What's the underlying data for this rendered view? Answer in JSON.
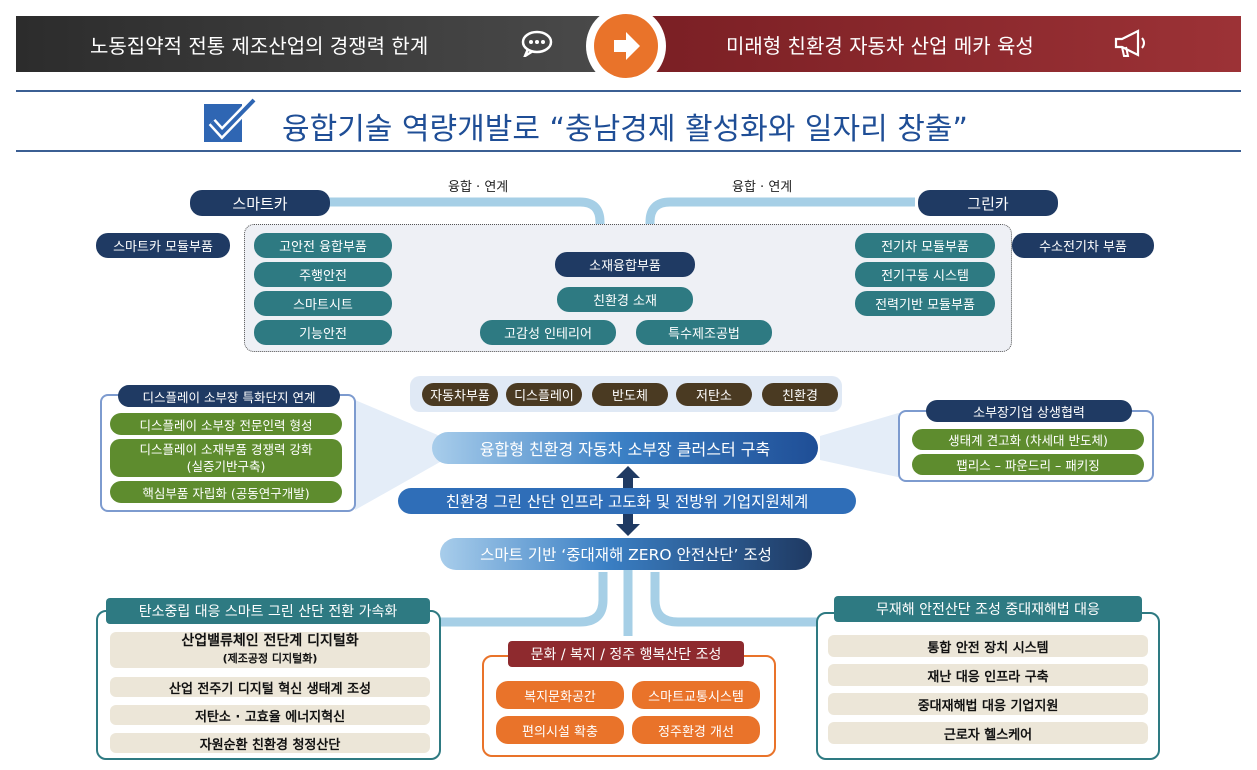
{
  "banner": {
    "left_text": "노동집약적 전통 제조산업의 경쟁력 한계",
    "right_text": "미래형 친환경 자동차 산업 메카 육성",
    "colors": {
      "left": "#3a3a3a",
      "right": "#8e2a2e",
      "arrow": "#e9732a"
    }
  },
  "headline": "융합기술 역량개발로 “충남경제 활성화와 일자리 창출”",
  "top": {
    "smartcar": "스마트카",
    "greencar": "그린카",
    "link_left": "융합 · 연계",
    "link_right": "융합 · 연계",
    "left_outer": "스마트카 모듈부품",
    "left_items": [
      "고안전 융합부품",
      "주행안전",
      "스마트시트",
      "기능안전"
    ],
    "center_items": [
      "소재융합부품",
      "친환경 소재",
      "고감성 인테리어",
      "특수제조공법"
    ],
    "right_items": [
      "전기차 모듈부품",
      "전기구동 시스템",
      "전력기반 모듈부품"
    ],
    "right_outer": "수소전기차 부품"
  },
  "middle": {
    "categories": [
      "자동차부품",
      "디스플레이",
      "반도체",
      "저탄소",
      "친환경"
    ],
    "cluster": "융합형 친환경 자동차 소부장 클러스터 구축",
    "infra": "친환경 그린 산단 인프라 고도화 및 전방위 기업지원체계",
    "safety": "스마트 기반 ‘중대재해 ZERO 안전산단’ 조성",
    "left_panel": {
      "title": "디스플레이 소부장 특화단지 연계",
      "item1": "디스플레이 소부장 전문인력 형성",
      "item2a": "디스플레이 소재부품 경쟁력 강화",
      "item2b": "(실증기반구축)",
      "item3": "핵심부품 자립화 (공동연구개발)"
    },
    "right_panel": {
      "title": "소부장기업 상생협력",
      "items": [
        "생태계 견고화 (차세대 반도체)",
        "팹리스 – 파운드리 – 패키징"
      ]
    }
  },
  "bottom": {
    "left": {
      "title": "탄소중립 대응 스마트 그린 산단 전환 가속화",
      "item1": "산업밸류체인 전단계 디지털화",
      "item1_sub": "(제조공정 디지털화)",
      "items": [
        "산업 전주기 디지털 혁신 생태계 조성",
        "저탄소 · 고효율 에너지혁신",
        "자원순환 친환경 청정산단"
      ]
    },
    "center": {
      "title": "문화 / 복지 / 정주 행복산단 조성",
      "items": [
        "복지문화공간",
        "스마트교통시스템",
        "편의시설 확충",
        "정주환경 개선"
      ]
    },
    "right": {
      "title": "무재해 안전산단 조성 중대재해법 대응",
      "items": [
        "통합 안전 장치 시스템",
        "재난 대응 인프라 구축",
        "중대재해법 대응 기업지원",
        "근로자 헬스케어"
      ]
    }
  }
}
